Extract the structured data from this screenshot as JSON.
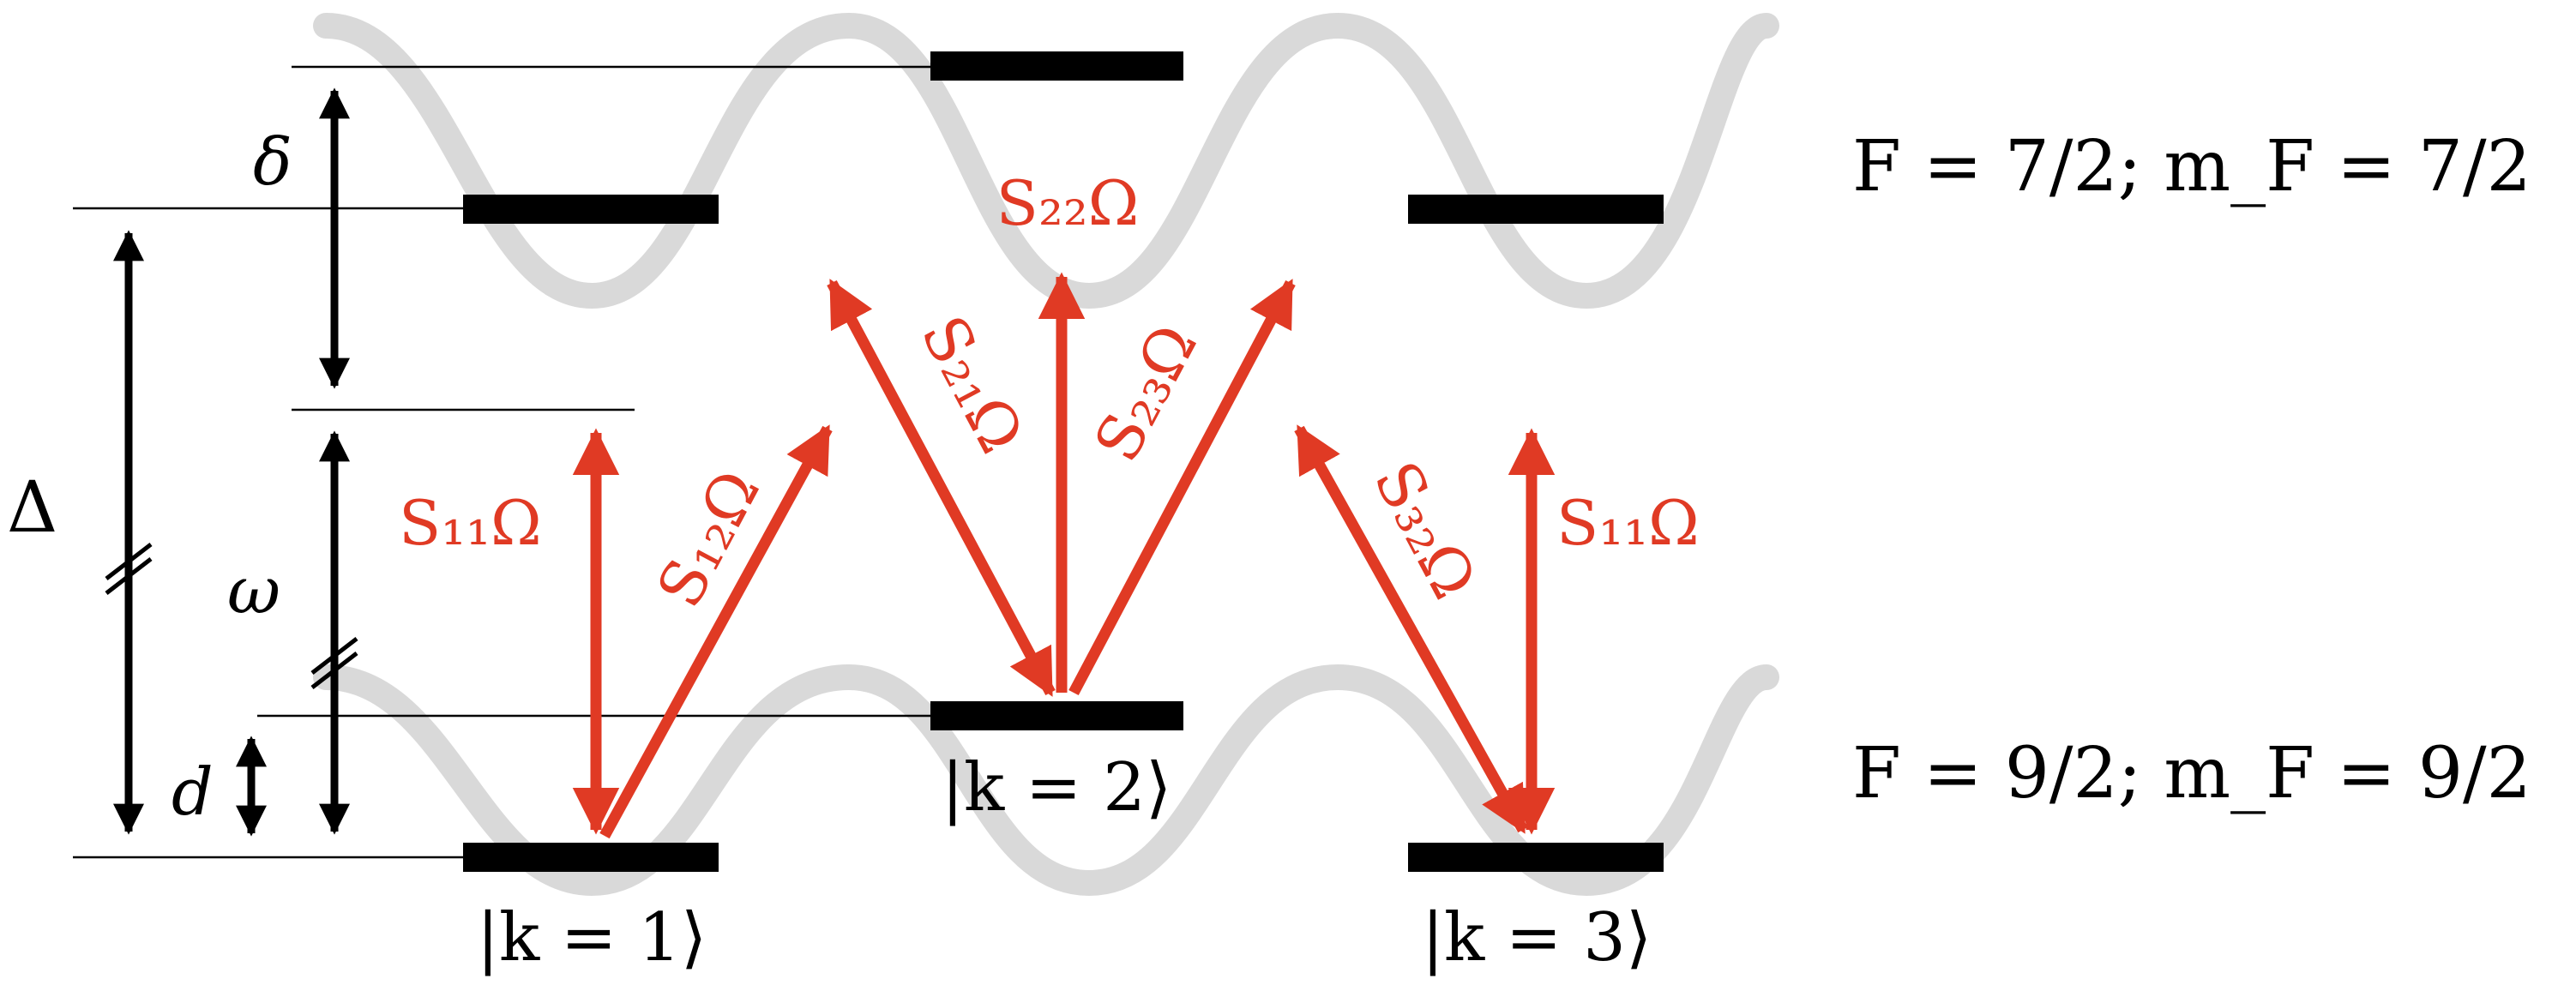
{
  "colors": {
    "background": "#ffffff",
    "ink": "#000000",
    "coupling": "#e03a24",
    "potential": "#d9d9d9"
  },
  "labels": {
    "excited_manifold": "F = 7/2; m_F = 7/2",
    "ground_manifold": "F = 9/2; m_F = 9/2",
    "kets": [
      "|k = 1⟩",
      "|k = 2⟩",
      "|k = 3⟩"
    ],
    "Delta": "Δ",
    "delta": "δ",
    "omega": "ω",
    "d": "d"
  },
  "couplings": [
    {
      "id": "S11-left",
      "text": "S₁₁Ω"
    },
    {
      "id": "S12",
      "text": "S₁₂Ω"
    },
    {
      "id": "S21",
      "text": "S₂₁Ω"
    },
    {
      "id": "S22",
      "text": "S₂₂Ω"
    },
    {
      "id": "S23",
      "text": "S₂₃Ω"
    },
    {
      "id": "S32",
      "text": "S₃₂Ω"
    },
    {
      "id": "S11-right",
      "text": "S₁₁Ω"
    }
  ]
}
